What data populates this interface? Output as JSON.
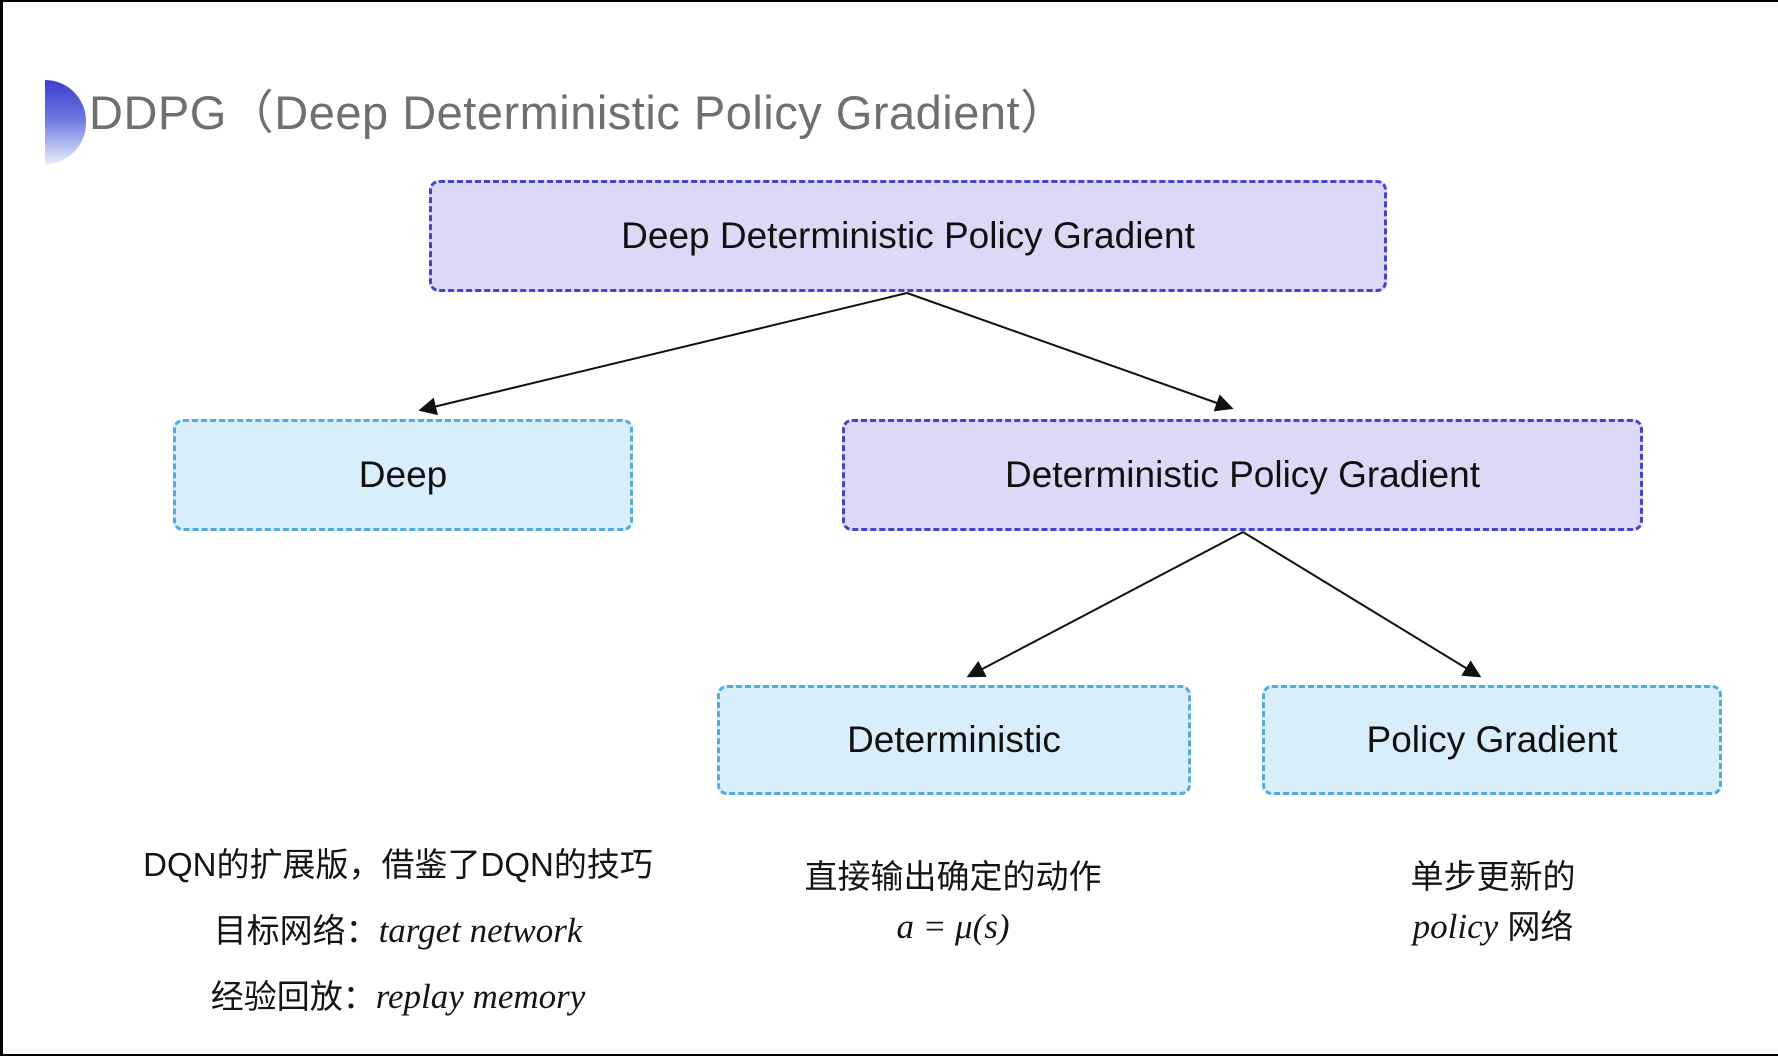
{
  "title": {
    "text": "DDPG（Deep Deterministic Policy Gradient）"
  },
  "colors": {
    "title_gray": "#6f6f6f",
    "purple_node_fill": "#dcd8f6",
    "purple_node_border": "#4545cc",
    "cyan_node_fill": "#d8eefb",
    "cyan_node_border": "#54aadc",
    "arrow": "#111111",
    "bullet_gradient_top": "#3e3ecf"
  },
  "nodes": [
    {
      "id": "ddpg",
      "label": "Deep Deterministic Policy Gradient",
      "variant": "purple"
    },
    {
      "id": "deep",
      "label": "Deep",
      "variant": "cyan"
    },
    {
      "id": "dpg",
      "label": "Deterministic Policy Gradient",
      "variant": "purple"
    },
    {
      "id": "deterministic",
      "label": "Deterministic",
      "variant": "cyan"
    },
    {
      "id": "policy-gradient",
      "label": "Policy Gradient",
      "variant": "cyan"
    }
  ],
  "notes": {
    "deep": {
      "line1": "DQN的扩展版，借鉴了DQN的技巧",
      "line2_label": "目标网络：",
      "line2_value": "target network",
      "line3_label": "经验回放：",
      "line3_value": "replay memory"
    },
    "deterministic": {
      "line1": "直接输出确定的动作",
      "line2": "a = μ(s)"
    },
    "policy_gradient": {
      "line1": "单步更新的",
      "line2_italic": "policy",
      "line2_rest": " 网络"
    }
  }
}
